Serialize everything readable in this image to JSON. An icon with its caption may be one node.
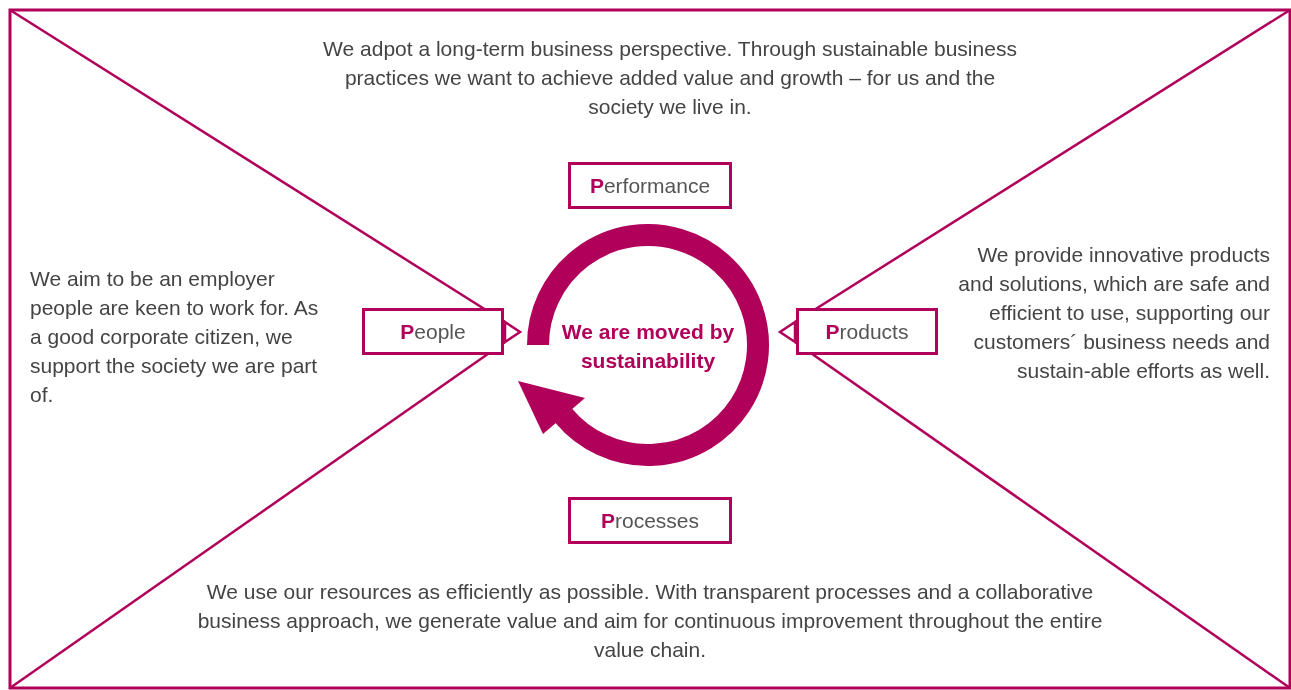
{
  "diagram": {
    "nodes": [
      {
        "text": [
          "We are moved by sustainability"
        ]
      },
      {
        "text": [
          "**P**erformance"
        ]
      },
      {
        "text": [
          "**P**eople"
        ]
      },
      {
        "text": [
          "**P**roducts"
        ]
      },
      {
        "text": [
          "**P**rocesses"
        ]
      }
    ],
    "edges": [],
    "labels": [
      "We adpot a long-term business perspective. Through sustainable business practices we want to achieve added value and growth – for us and the society we live in.",
      "We aim to be an employer people are keen to work for. As a good corporate citizen, we support the society we are part of.",
      "We provide innovative products and solutions, which are safe and efficient to use, supporting our customers´ business needs and sustain-able efforts as well.",
      "We use our resources as efficiently as possible. With transparent processes and a collaborative business approach, we generate value and aim for continuous improvement throughout the entire value chain."
    ]
  }
}
